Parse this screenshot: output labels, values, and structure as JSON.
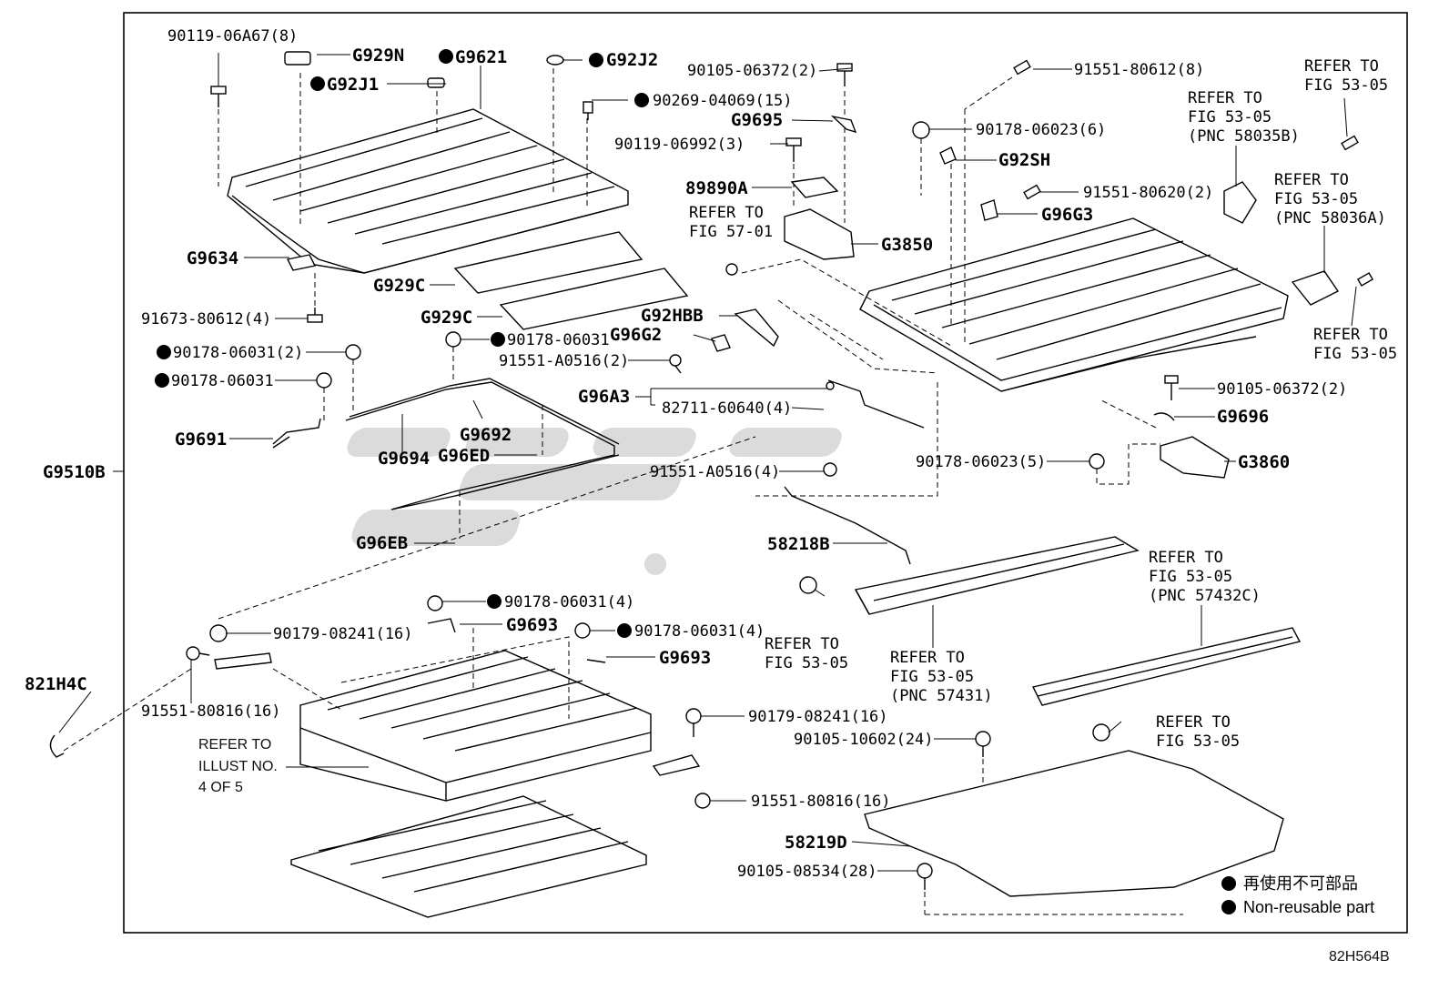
{
  "figure_code": "82H564B",
  "legend": {
    "jp": "再使用不可部品",
    "en": "Non-reusable part"
  },
  "parts": {
    "p_90119_06A67": "90119-06A67(8)",
    "p_G929N": "G929N",
    "p_G9621": "G9621",
    "p_G92J2": "G92J2",
    "p_G92J1": "G92J1",
    "p_90105_06372_a": "90105-06372(2)",
    "p_91551_80612": "91551-80612(8)",
    "p_90269_04069": "90269-04069(15)",
    "p_G9695": "G9695",
    "p_90119_06992": "90119-06992(3)",
    "p_90178_06023_6": "90178-06023(6)",
    "p_G92SH": "G92SH",
    "p_89890A": "89890A",
    "p_91551_80620": "91551-80620(2)",
    "p_G96G3": "G96G3",
    "p_G3850": "G3850",
    "p_G9634": "G9634",
    "p_G929C_a": "G929C",
    "p_G929C_b": "G929C",
    "p_91673_80612": "91673-80612(4)",
    "p_G92HBB": "G92HBB",
    "p_G96G2": "G96G2",
    "p_90178_06031_2": "90178-06031(2)",
    "p_90178_06031_a": "90178-06031",
    "p_90178_06031_b": "90178-06031",
    "p_91551_A0516_2": "91551-A0516(2)",
    "p_90105_06372_b": "90105-06372(2)",
    "p_G96A3": "G96A3",
    "p_82711_60640": "82711-60640(4)",
    "p_G9696": "G9696",
    "p_G9691": "G9691",
    "p_G9692": "G9692",
    "p_G9694": "G9694",
    "p_G96ED": "G96ED",
    "p_G9510B": "G9510B",
    "p_91551_A0516_4": "91551-A0516(4)",
    "p_90178_06023_5": "90178-06023(5)",
    "p_G3860": "G3860",
    "p_G96EB": "G96EB",
    "p_58218B": "58218B",
    "p_90178_06031_4a": "90178-06031(4)",
    "p_G9693_a": "G9693",
    "p_90179_08241_a": "90179-08241(16)",
    "p_90178_06031_4b": "90178-06031(4)",
    "p_G9693_b": "G9693",
    "p_821H4C": "821H4C",
    "p_91551_80816_a": "91551-80816(16)",
    "p_90179_08241_b": "90179-08241(16)",
    "p_90105_10602": "90105-10602(24)",
    "p_91551_80816_b": "91551-80816(16)",
    "p_58219D": "58219D",
    "p_90105_08534": "90105-08534(28)"
  },
  "refs": {
    "r1": [
      "REFER TO",
      "FIG 53-05"
    ],
    "r2": [
      "REFER TO",
      "FIG 53-05",
      "(PNC 58035B)"
    ],
    "r3": [
      "REFER TO",
      "FIG 53-05",
      "(PNC 58036A)"
    ],
    "r4": [
      "REFER TO",
      "FIG 57-01"
    ],
    "r5": [
      "REFER TO",
      "FIG 53-05"
    ],
    "r6": [
      "REFER TO",
      "FIG 53-05"
    ],
    "r7": [
      "REFER TO",
      "FIG 53-05",
      "(PNC 57431)"
    ],
    "r8": [
      "REFER TO",
      "FIG 53-05",
      "(PNC 57432C)"
    ],
    "r9": [
      "REFER TO",
      "FIG 53-05"
    ],
    "r10": [
      "REFER TO",
      "ILLUST NO.",
      "4 OF 5"
    ]
  }
}
